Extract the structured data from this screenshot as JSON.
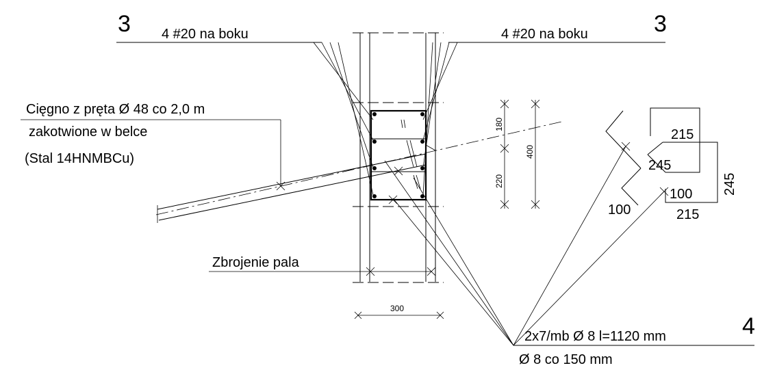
{
  "section_marks": {
    "left": "3",
    "right": "3",
    "bottom": "4"
  },
  "labels": {
    "side_bars_left": "4 #20 na boku",
    "side_bars_right": "4 #20 na boku",
    "tendon_line1": "Cięgno z pręta Ø 48 co 2,0 m",
    "tendon_line2": "zakotwione w belce",
    "tendon_line3": "(Stal 14HNMBCu)",
    "pile_reinforcement": "Zbrojenie pala",
    "stirrups_line1": "2x7/mb Ø 8 l=1120 mm",
    "stirrups_line2": "Ø 8 co 150 mm"
  },
  "dimensions": {
    "width_300": "300",
    "height_180": "180",
    "height_220": "220",
    "height_400": "400"
  },
  "stirrup_detail": {
    "top_215": "215",
    "mid_245": "245",
    "right_245": "245",
    "hook_100_left": "100",
    "hook_100_right": "100",
    "bottom_215": "215"
  }
}
